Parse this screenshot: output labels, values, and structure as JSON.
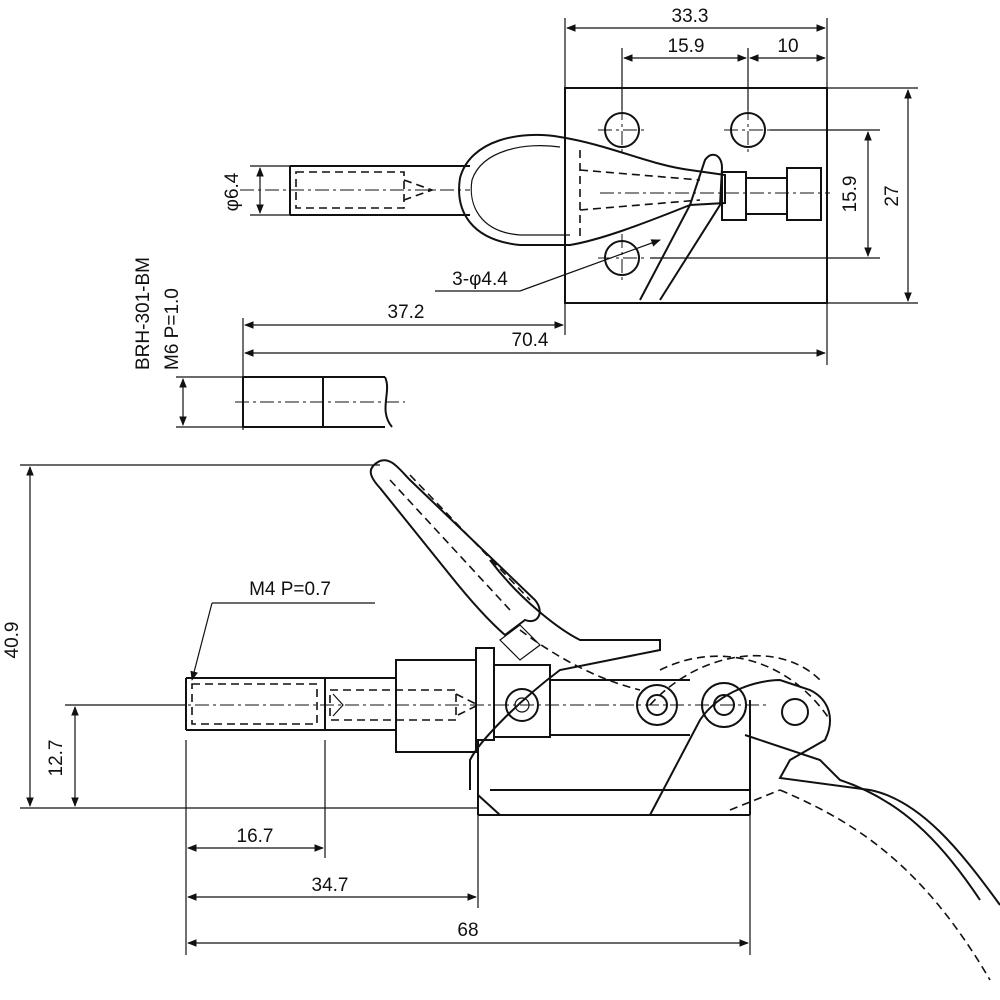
{
  "top_view": {
    "dim_overall_width": "33.3",
    "dim_hole_spacing": "15.9",
    "dim_edge_offset": "10",
    "dim_hole_vertical": "15.9",
    "dim_base_height": "27",
    "dim_rod_diameter": "φ6.4",
    "dim_holes_note": "3-φ4.4",
    "dim_rod_to_base": "37.2",
    "dim_total_length": "70.4"
  },
  "thread_detail": {
    "model": "BRH-301-BM",
    "thread": "M6 P=1.0"
  },
  "side_view": {
    "thread_callout": "M4 P=0.7",
    "dim_height_total": "40.9",
    "dim_axis_height": "12.7",
    "dim_thread_length": "16.7",
    "dim_rod_to_base": "34.7",
    "dim_total_length": "68"
  }
}
